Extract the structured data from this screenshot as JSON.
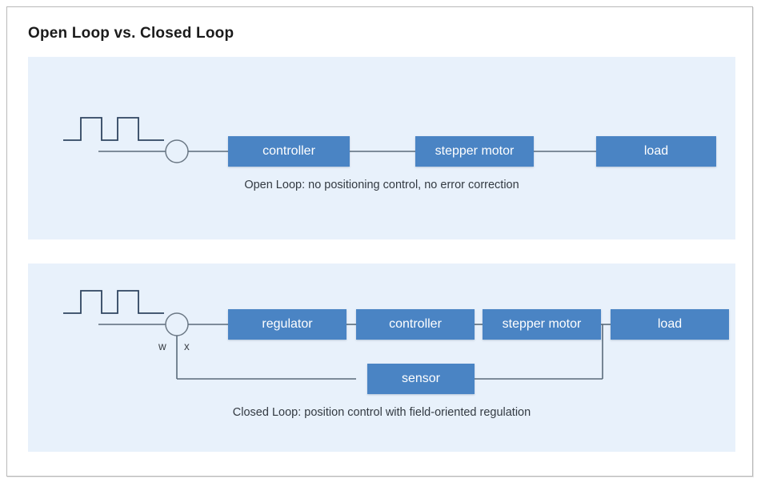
{
  "page": {
    "title": "Open Loop vs. Closed Loop"
  },
  "colors": {
    "block_fill": "#4a84c4",
    "block_text": "#ffffff",
    "panel_bg": "#e8f1fb",
    "card_bg": "#ffffff",
    "card_border": "#b9b9b9",
    "wire": "#5a6b7a",
    "pulse": "#2f4560",
    "caption_text": "#333a42",
    "title_text": "#1b1b1b"
  },
  "open_loop": {
    "name": "open-loop-panel",
    "input_signal": "pulse-train",
    "junction": "summing-junction",
    "blocks": [
      {
        "label": "controller"
      },
      {
        "label": "stepper motor"
      },
      {
        "label": "load"
      }
    ],
    "caption": "Open Loop: no positioning control, no error correction"
  },
  "closed_loop": {
    "name": "closed-loop-panel",
    "input_signal": "pulse-train",
    "junction": "summing-junction",
    "signal_labels": {
      "setpoint": "w",
      "feedback": "x"
    },
    "blocks": [
      {
        "label": "regulator"
      },
      {
        "label": "controller"
      },
      {
        "label": "stepper motor"
      },
      {
        "label": "load"
      }
    ],
    "feedback_block": {
      "label": "sensor"
    },
    "caption": "Closed Loop: position control with field-oriented regulation"
  }
}
